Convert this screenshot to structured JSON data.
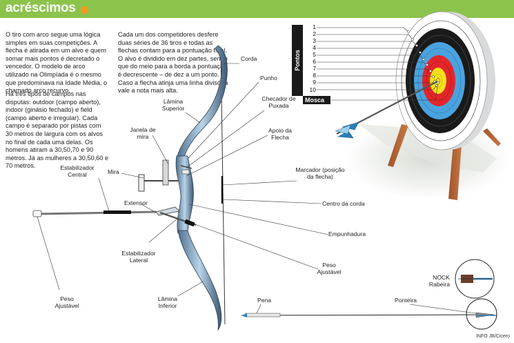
{
  "header": {
    "title": "acréscimos",
    "accent": "#f39a1e",
    "band_color": "#8cc34b"
  },
  "text": {
    "intro": "O tiro com arco segue uma lógica simples em suas competições. A flecha é atirada em um alvo e quem somar mais pontos é decretado o vencedor. O modelo de arco utilizado na Olimpíada é o mesmo que predominava na Idade Média, o chamado arco recurvo.",
    "fields": "Há três tipos de campos nas disputas: outdoor (campo aberto), indoor (ginásio fechado) e field (campo aberto e irregular). Cada campo é separado por pistas com 30 metros de largura com os alvos no final de cada uma delas. Os homens atiram a 30,50,70 e 90 metros. Já as mulheres a 30,50,60 e 70 metros.",
    "series": "Cada um dos competidores desfere duas séries de 36 tiros e todas as flechas contam para a pontuação final. O alvo é dividido em dez partes, sendo que do meio para a borda a pontuação é decrescente – de dez a um ponto. Caso a flecha atinja uma linha divisória vale a nota mais alta."
  },
  "bow_labels": {
    "corda": "Corda",
    "punho": "Punho",
    "lamina_superior": "Lâmina Superior",
    "checador": "Checador de Puxada",
    "janela": "Janela de mira",
    "apoio": "Apoio da Flecha",
    "estabilizador_central": "Estabilizador Central",
    "mira": "Mira",
    "marcador": "Marcador (posição da flecha)",
    "extensor": "Extensor",
    "centro_corda": "Centro da corda",
    "empunhadura": "Empunhadura",
    "estabilizador_lateral": "Estabilizador Lateral",
    "peso_ajustavel_right": "Peso Ajustável",
    "peso_ajustavel_left": "Peso Ajustável",
    "lamina_inferior": "Lâmina Inferior"
  },
  "target": {
    "pontos_label": "Pontos",
    "rings": [
      "1",
      "2",
      "3",
      "4",
      "5",
      "6",
      "7",
      "8",
      "9",
      "10"
    ],
    "mosca": "Mosca",
    "colors": [
      "#ffffff",
      "#ffffff",
      "#1a1a1a",
      "#1a1a1a",
      "#4aa3df",
      "#4aa3df",
      "#e2262a",
      "#e2262a",
      "#f5e11a",
      "#f5e11a"
    ]
  },
  "arrow_labels": {
    "nock": "NOCK",
    "rabeira": "Rabeira",
    "pena": "Pena",
    "ponteira": "Ponteira"
  },
  "credit": "INFO JB/Cicero"
}
